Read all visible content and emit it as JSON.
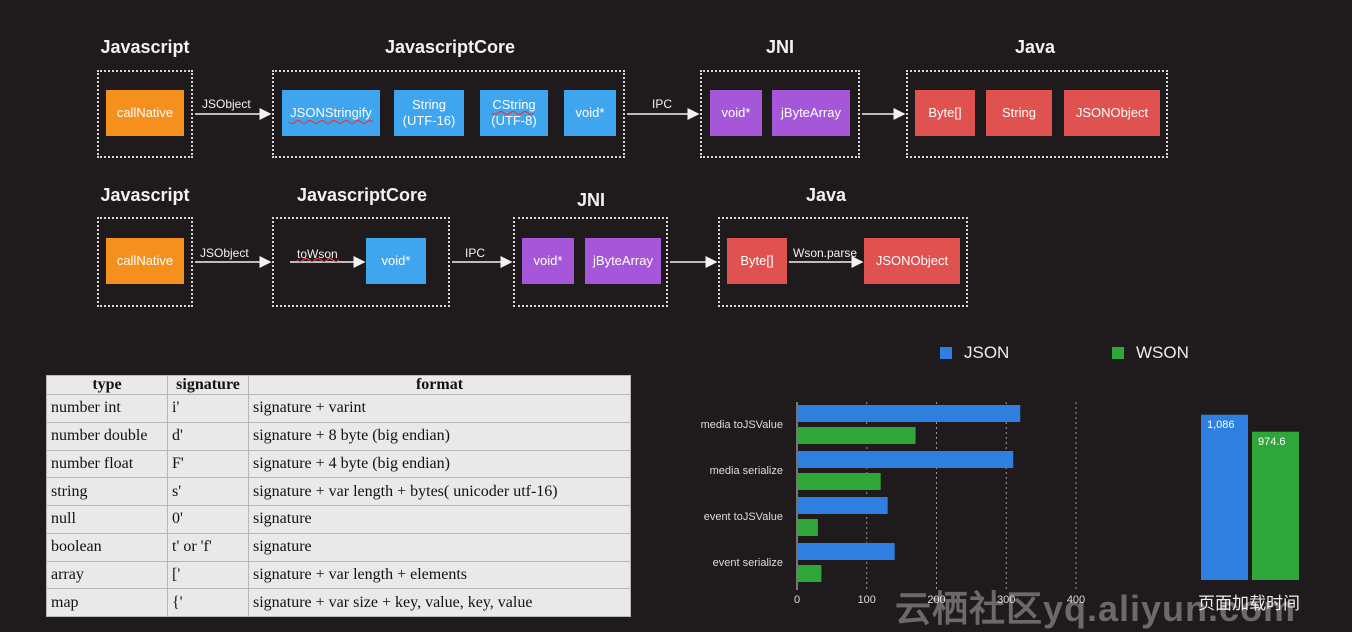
{
  "flow1": {
    "sections": [
      "Javascript",
      "JavascriptCore",
      "JNI",
      "Java"
    ],
    "boxes": [
      "callNative",
      "JSONStringify",
      "String\n(UTF-16)",
      "CString\n(UTF-8)",
      "void*",
      "void*",
      "jByteArray",
      "Byte[]",
      "String",
      "JSONObject"
    ],
    "arrow_labels": [
      "JSObject",
      "IPC"
    ]
  },
  "flow2": {
    "sections": [
      "Javascript",
      "JavascriptCore",
      "JNI",
      "Java"
    ],
    "boxes": [
      "callNative",
      "void*",
      "void*",
      "jByteArray",
      "Byte[]",
      "JSONObject"
    ],
    "arrow_labels": [
      "JSObject",
      "toWson",
      "IPC",
      "Wson.parse"
    ]
  },
  "colors": {
    "orange": "#f5901e",
    "blue": "#3fa5ee",
    "purple": "#a657d9",
    "red": "#e0524f",
    "json": "#2f7fe0",
    "wson": "#2ea63a"
  },
  "table": {
    "headers": [
      "type",
      "signature",
      "format"
    ],
    "rows": [
      [
        "number int",
        "i'",
        "signature + varint"
      ],
      [
        "number double",
        "d'",
        "signature + 8 byte (big endian)"
      ],
      [
        "number float",
        "F'",
        "signature + 4 byte (big endian)"
      ],
      [
        "string",
        "s'",
        "signature + var length + bytes( unicoder utf-16)"
      ],
      [
        "null",
        "0'",
        "signature"
      ],
      [
        "boolean",
        "t' or 'f'",
        "signature"
      ],
      [
        "array",
        "['",
        "signature + var length + elements"
      ],
      [
        "map",
        "{'",
        "signature + var size + key, value, key, value"
      ]
    ]
  },
  "chart_data": [
    {
      "type": "bar",
      "orientation": "horizontal",
      "categories": [
        "media toJSValue",
        "media serialize",
        "event toJSValue",
        "event serialize"
      ],
      "series": [
        {
          "name": "JSON",
          "values": [
            320,
            310,
            130,
            140
          ]
        },
        {
          "name": "WSON",
          "values": [
            170,
            120,
            30,
            35
          ]
        }
      ],
      "xticks": [
        0,
        100,
        200,
        300,
        400
      ],
      "xlim": [
        0,
        400
      ],
      "grid": "vertical dotted",
      "legend": "top"
    },
    {
      "type": "bar",
      "categories": [
        "页面加载时间"
      ],
      "series": [
        {
          "name": "JSON",
          "values": [
            1086
          ],
          "label": "1,086"
        },
        {
          "name": "WSON",
          "values": [
            974.6
          ],
          "label": "974.6"
        }
      ],
      "ylim": [
        0,
        1150
      ]
    }
  ],
  "watermark": "云栖社区yq.aliyun.com"
}
